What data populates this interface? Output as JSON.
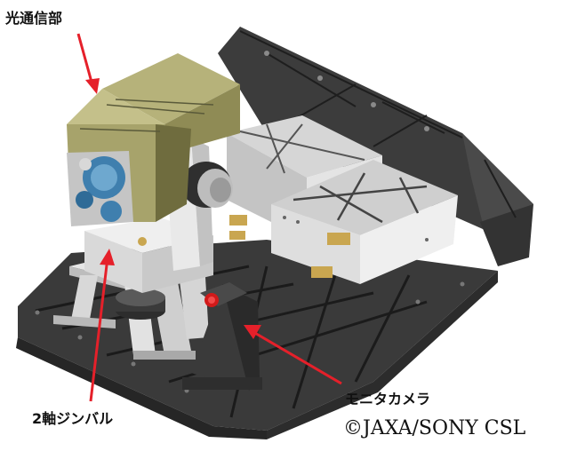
{
  "labels": {
    "optical_comm": "光通信部",
    "gimbal": "2軸ジンバル",
    "monitor_camera": "モニタカメラ",
    "copyright": "©JAXA/SONY CSL"
  },
  "colors": {
    "arrow": "#e5202a",
    "optical_housing": "#a7a36b",
    "optical_housing_dark": "#6f6c3e",
    "lens_blue": "#3f7fae",
    "frame_dark": "#3c3c3c",
    "frame_mid": "#5a5a5a",
    "metal_light": "#e6e6e6",
    "metal_mid": "#bdbdbd",
    "connector_gold": "#c9a650",
    "camera_red": "#d11a1a"
  }
}
